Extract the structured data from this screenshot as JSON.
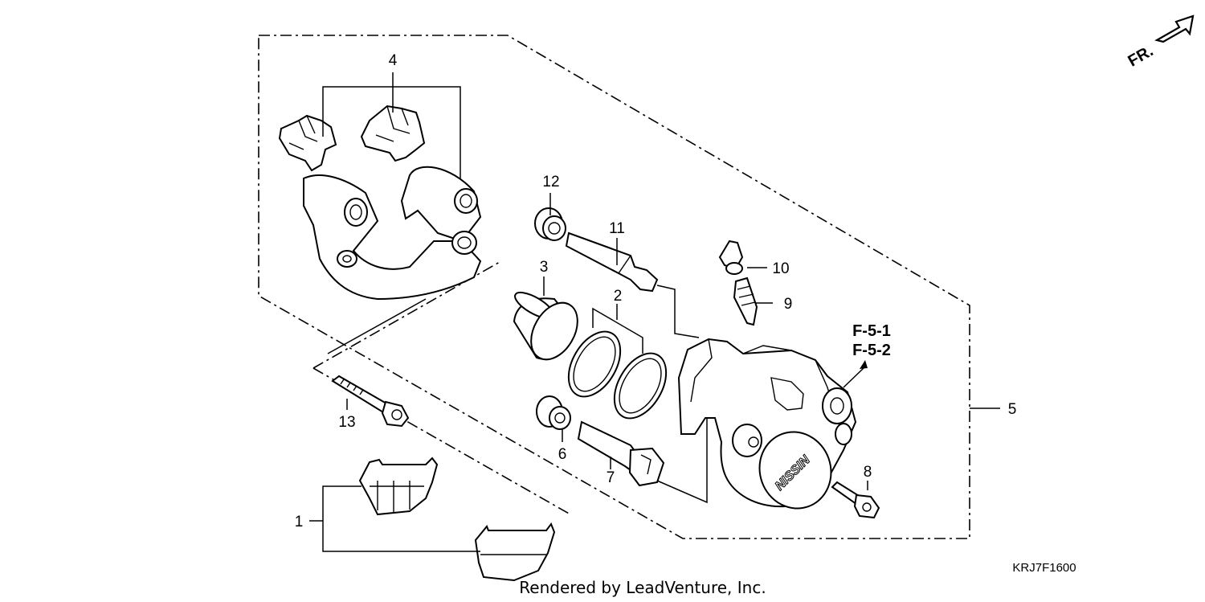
{
  "diagram": {
    "callouts": {
      "c1": "1",
      "c2": "2",
      "c3": "3",
      "c4": "4",
      "c5": "5",
      "c6": "6",
      "c7": "7",
      "c8": "8",
      "c9": "9",
      "c10": "10",
      "c11": "11",
      "c12": "12",
      "c13": "13"
    },
    "references": [
      "F-5-1",
      "F-5-2"
    ],
    "direction_label": "FR.",
    "caliper_brand": "NISSIN",
    "diagram_code": "KRJ7F1600",
    "credit": "Rendered by LeadVenture, Inc."
  }
}
